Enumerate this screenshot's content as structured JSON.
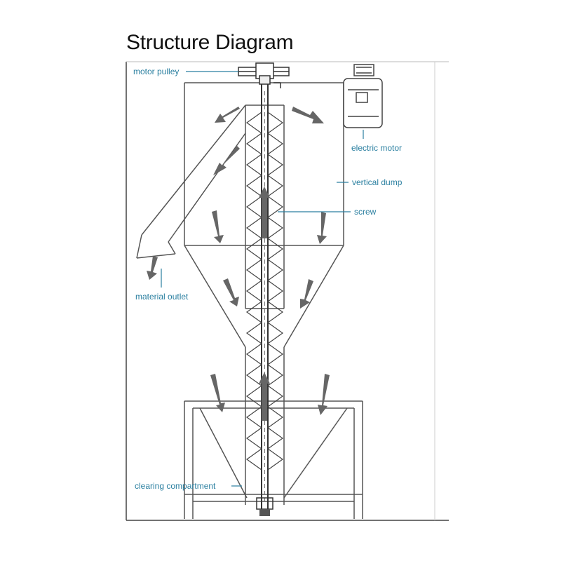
{
  "title": "Structure Diagram",
  "colors": {
    "label": "#2a7fa0",
    "leader": "#2a7fa0",
    "line": "#555555",
    "arrow": "#666666",
    "screw": "#333333"
  },
  "labels": {
    "motor_pulley": "motor pulley",
    "electric_motor": "electric motor",
    "vertical_dump": "vertical dump",
    "screw": "screw",
    "material_outlet": "material outlet",
    "clearing_compartment": "clearing compartment"
  }
}
